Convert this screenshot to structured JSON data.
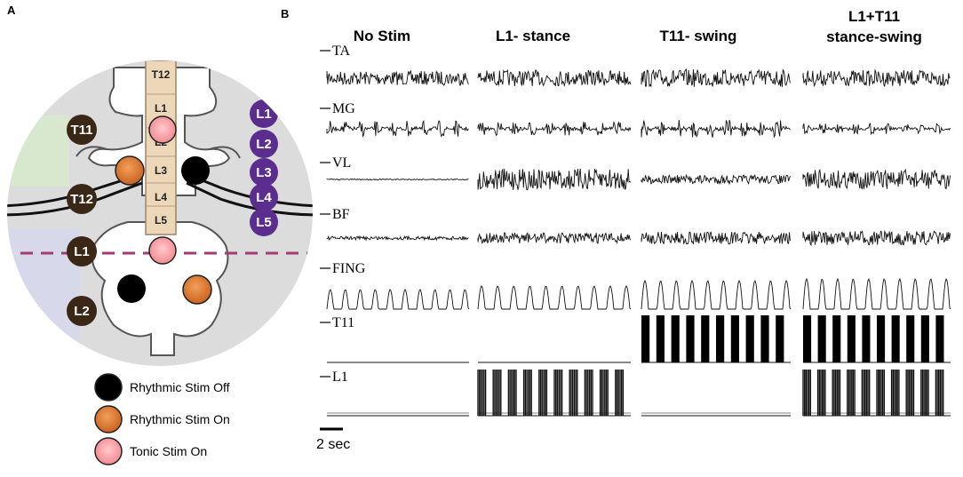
{
  "panel_a": {
    "letter": "A",
    "vertebrae": [
      "T12",
      "L1",
      "L2",
      "L3",
      "L4",
      "L5"
    ],
    "left_roots": [
      "T11",
      "T12",
      "L1",
      "L2"
    ],
    "right_roots": [
      "L1",
      "L2",
      "L3",
      "L4",
      "L5"
    ],
    "legend": [
      {
        "label": "Rhythmic Stim Off",
        "color": "#000000"
      },
      {
        "label": "Rhythmic Stim On",
        "color": "#e07b30"
      },
      {
        "label": "Tonic Stim On",
        "color": "#f7a3a8"
      }
    ],
    "colors": {
      "root_left": "#3b2716",
      "root_right": "#5b2d8e",
      "dashed_line": "#a63a72",
      "background_circle": "#dcdcdc",
      "vertebra_column": "#ecd7b8"
    }
  },
  "panel_b": {
    "letter": "B",
    "columns": [
      "No Stim",
      "L1- stance",
      "T11- swing",
      "L1+T11\nstance-swing"
    ],
    "channels": [
      "TA",
      "MG",
      "VL",
      "BF",
      "FING",
      "T11",
      "L1"
    ],
    "scale_bar": "2 sec"
  }
}
